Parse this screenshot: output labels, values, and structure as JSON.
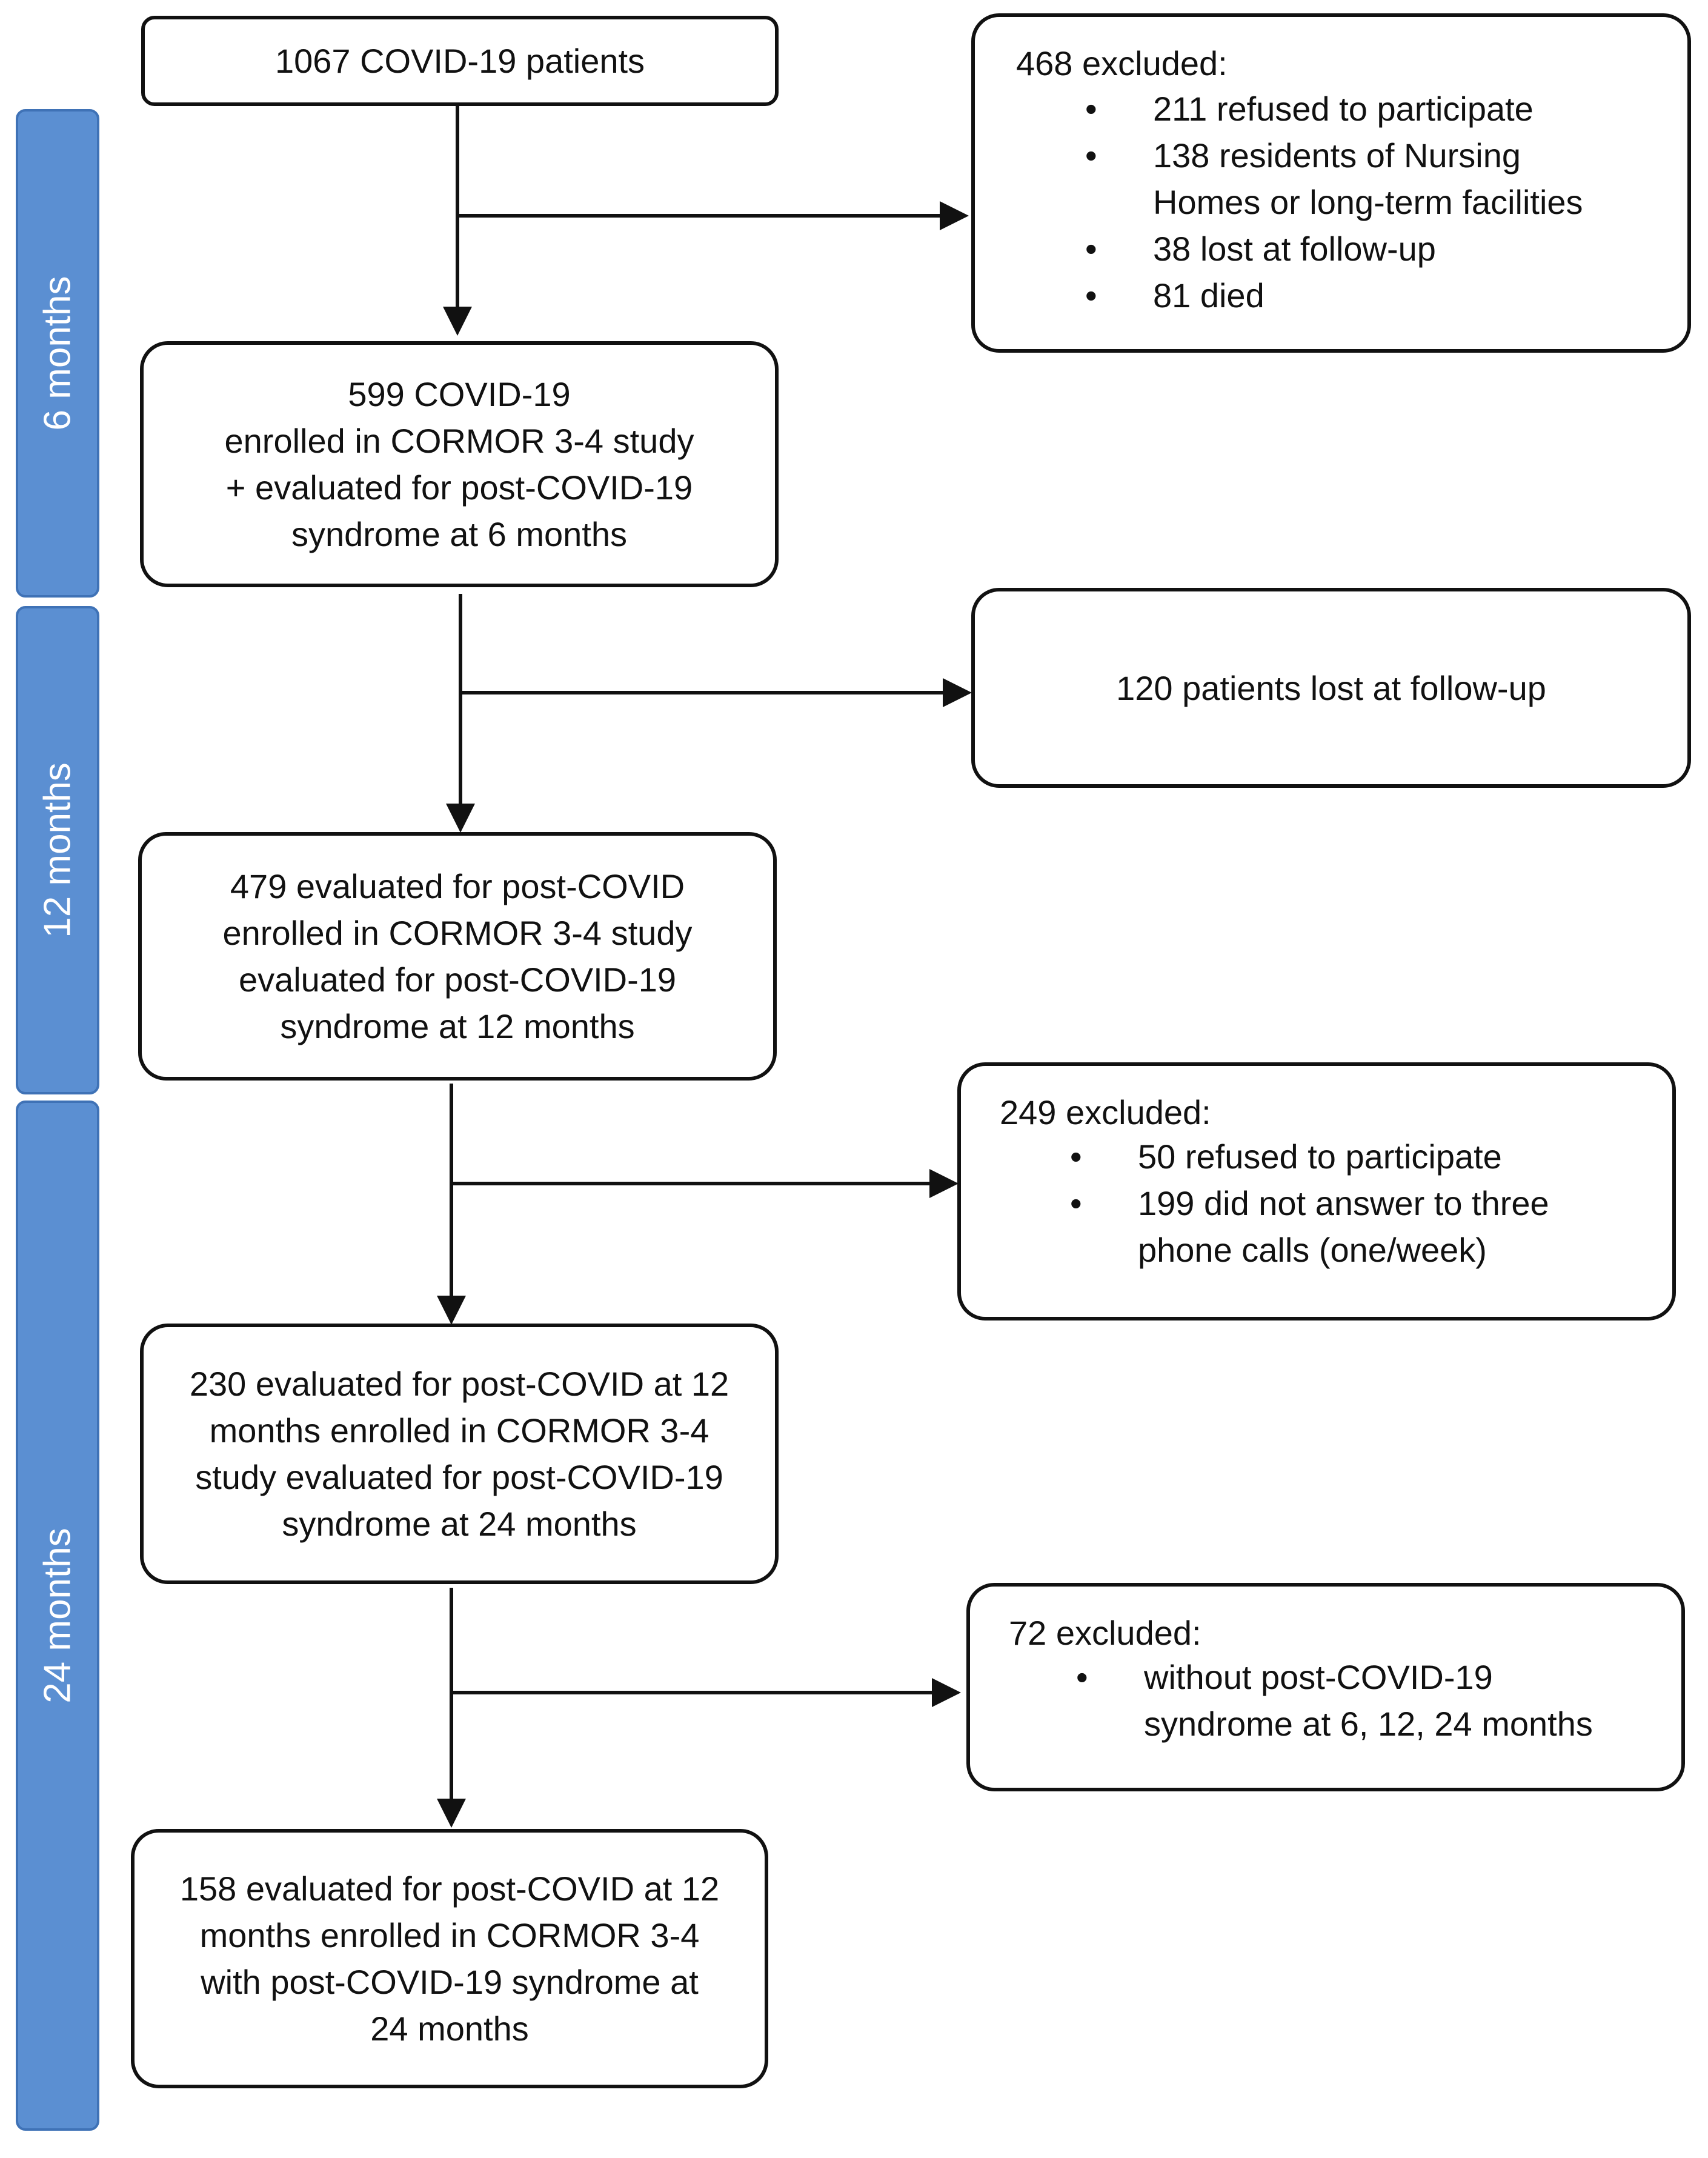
{
  "phases": [
    {
      "label": "6 months"
    },
    {
      "label": "12 months"
    },
    {
      "label": "24 months"
    }
  ],
  "main_boxes": [
    {
      "lines": [
        "1067 COVID-19 patients"
      ]
    },
    {
      "lines": [
        "599 COVID-19",
        "enrolled in CORMOR 3-4 study",
        "+ evaluated for post-COVID-19",
        "syndrome at 6 months"
      ]
    },
    {
      "lines": [
        "479 evaluated for post-COVID",
        "enrolled in CORMOR 3-4 study",
        "evaluated for post-COVID-19",
        "syndrome at 12 months"
      ]
    },
    {
      "lines": [
        "230 evaluated for post-COVID at 12",
        "months enrolled in CORMOR 3-4",
        "study evaluated for post-COVID-19",
        "syndrome at 24 months"
      ]
    },
    {
      "lines": [
        "158 evaluated for post-COVID at 12",
        "months enrolled in CORMOR 3-4",
        "with post-COVID-19 syndrome at",
        "24 months"
      ]
    }
  ],
  "side_boxes": [
    {
      "header": "468 excluded:",
      "items": [
        {
          "lines": [
            "211 refused to participate"
          ]
        },
        {
          "lines": [
            "138 residents of Nursing",
            "Homes or long-term facilities"
          ]
        },
        {
          "lines": [
            "38 lost at follow-up"
          ]
        },
        {
          "lines": [
            "81 died"
          ]
        }
      ]
    },
    {
      "text": "120 patients lost at follow-up"
    },
    {
      "header": "249 excluded:",
      "items": [
        {
          "lines": [
            "50 refused to participate"
          ]
        },
        {
          "lines": [
            "199 did not answer to three",
            "phone calls (one/week)"
          ]
        }
      ]
    },
    {
      "header": "72 excluded:",
      "items": [
        {
          "lines": [
            "without post-COVID-19",
            "syndrome at 6, 12, 24 months"
          ]
        }
      ]
    }
  ],
  "bullet": "•"
}
